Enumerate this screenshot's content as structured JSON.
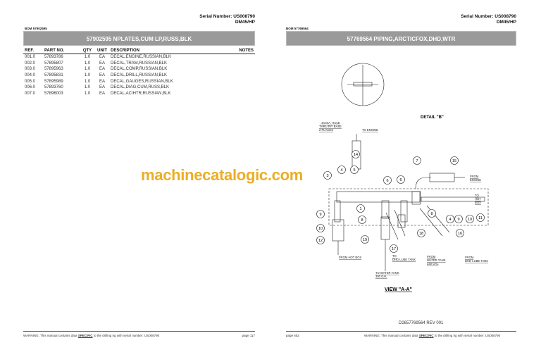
{
  "left": {
    "serial": "Serial Number: US008790",
    "model": "DM45/HP",
    "bom": "BOM 57902595",
    "title": "57902595 NPLATES,CUM LP,RUSS,BLK",
    "columns": [
      "REF.",
      "PART NO.",
      "QTY",
      "UNIT",
      "DESCRIPTION",
      "NOTES"
    ],
    "rows": [
      [
        "001.0",
        "57893786",
        "1.0",
        "EA",
        "DECAL,ENGINE,RUSSIAN,BLK"
      ],
      [
        "002.0",
        "57895807",
        "1.0",
        "EA",
        "DECAL,TRAM,RUSSIAN,BLK"
      ],
      [
        "003.0",
        "57895963",
        "1.0",
        "EA",
        "DECAL,COMP,RUSSIAN,BLK"
      ],
      [
        "004.0",
        "57895831",
        "1.0",
        "EA",
        "DECAL,DRILL,RUSSIAN,BLK"
      ],
      [
        "005.0",
        "57895989",
        "1.0",
        "EA",
        "DECAL,GAUGES,RUSSIAN,BLK"
      ],
      [
        "006.0",
        "57893760",
        "1.0",
        "EA",
        "DECAL,DIAG,CUM,RUSS,BLK"
      ],
      [
        "007.0",
        "57896003",
        "1.0",
        "EA",
        "DECAL,AC/HTR,RUSSIAN,BLK"
      ]
    ],
    "warning_pre": "WARNING:  This manual contains data ",
    "warning_em": "SPECIFIC",
    "warning_post": " to the drilling rig with serial number: US008790",
    "page": "page 117"
  },
  "right": {
    "serial": "Serial Number: US008790",
    "model": "DM45/HP",
    "bom": "BOM 57769564",
    "title": "57769564 PIPING,ARCTICFOX,DHD,WTR",
    "detail_label": "DETAIL  \"B\"",
    "view_label": "VIEW  \"A-A\"",
    "drawing_no": "D2657769564 REV 001",
    "notes": {
      "hole1": ".44 DIA. HOLE",
      "hole2": "THRU P.P. BASE",
      "hole3": "2 PLACES",
      "to_engine": "TO  ENGINE",
      "from_engine1": "FROM",
      "from_engine2": "ENGINE",
      "to_hot1": "TO",
      "to_hot2": "HOT",
      "to_hot3": "BOX",
      "from_hot": "FROM HOT BOX",
      "to_lube1": "TO",
      "to_lube2": "DHD LUBE TANK",
      "from_water1": "FROM",
      "from_water2": "WATER TANK",
      "from_water3": "330 GAL",
      "from_lube1": "FROM",
      "from_lube2": "DHD LUBE TANK",
      "to_water1": "TO WATER TANK",
      "to_water2": "300 GAL"
    },
    "callouts": [
      "14",
      "4",
      "5",
      "3",
      "7",
      "15",
      "6",
      "6",
      "1",
      "8",
      "9",
      "10",
      "12",
      "19",
      "17",
      "18",
      "8",
      "4",
      "9",
      "10",
      "11",
      "16"
    ],
    "page": "page 652",
    "warning_pre": "WARNING:  This manual contains data ",
    "warning_em": "SPECIFIC",
    "warning_post": " to the drilling rig with serial number: US008790"
  },
  "watermark": "machinecatalogic.com"
}
